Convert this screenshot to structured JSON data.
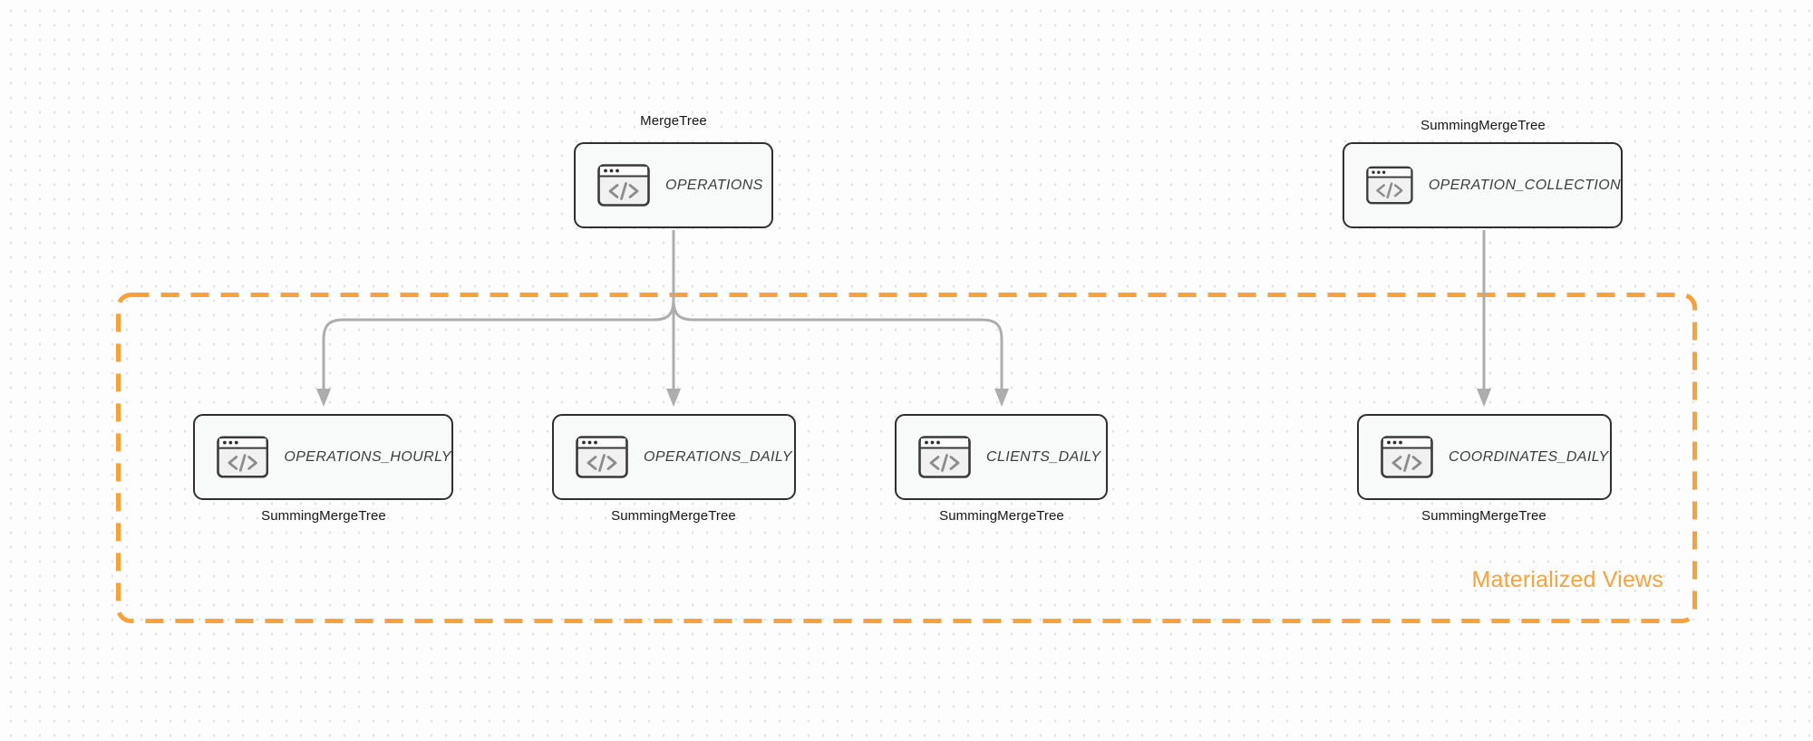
{
  "diagram": {
    "source_nodes": [
      {
        "engine": "MergeTree",
        "label": "OPERATIONS"
      },
      {
        "engine": "SummingMergeTree",
        "label": "OPERATION_COLLECTION"
      }
    ],
    "view_nodes": [
      {
        "label": "OPERATIONS_HOURLY",
        "engine": "SummingMergeTree"
      },
      {
        "label": "OPERATIONS_DAILY",
        "engine": "SummingMergeTree"
      },
      {
        "label": "CLIENTS_DAILY",
        "engine": "SummingMergeTree"
      },
      {
        "label": "COORDINATES_DAILY",
        "engine": "SummingMergeTree"
      }
    ],
    "group_label": "Materialized Views",
    "icon": "code-window-icon",
    "colors": {
      "accent_orange": "#F9A23B",
      "arrow_gray": "#ADADAD",
      "node_border": "#2F2F2F",
      "node_fill": "#F8F9F9",
      "icon_glyph": "#8C8C8C",
      "node_label_text": "#3D3D3D",
      "engine_label_text": "#161616",
      "background_dot": "#E3E3E3"
    }
  }
}
